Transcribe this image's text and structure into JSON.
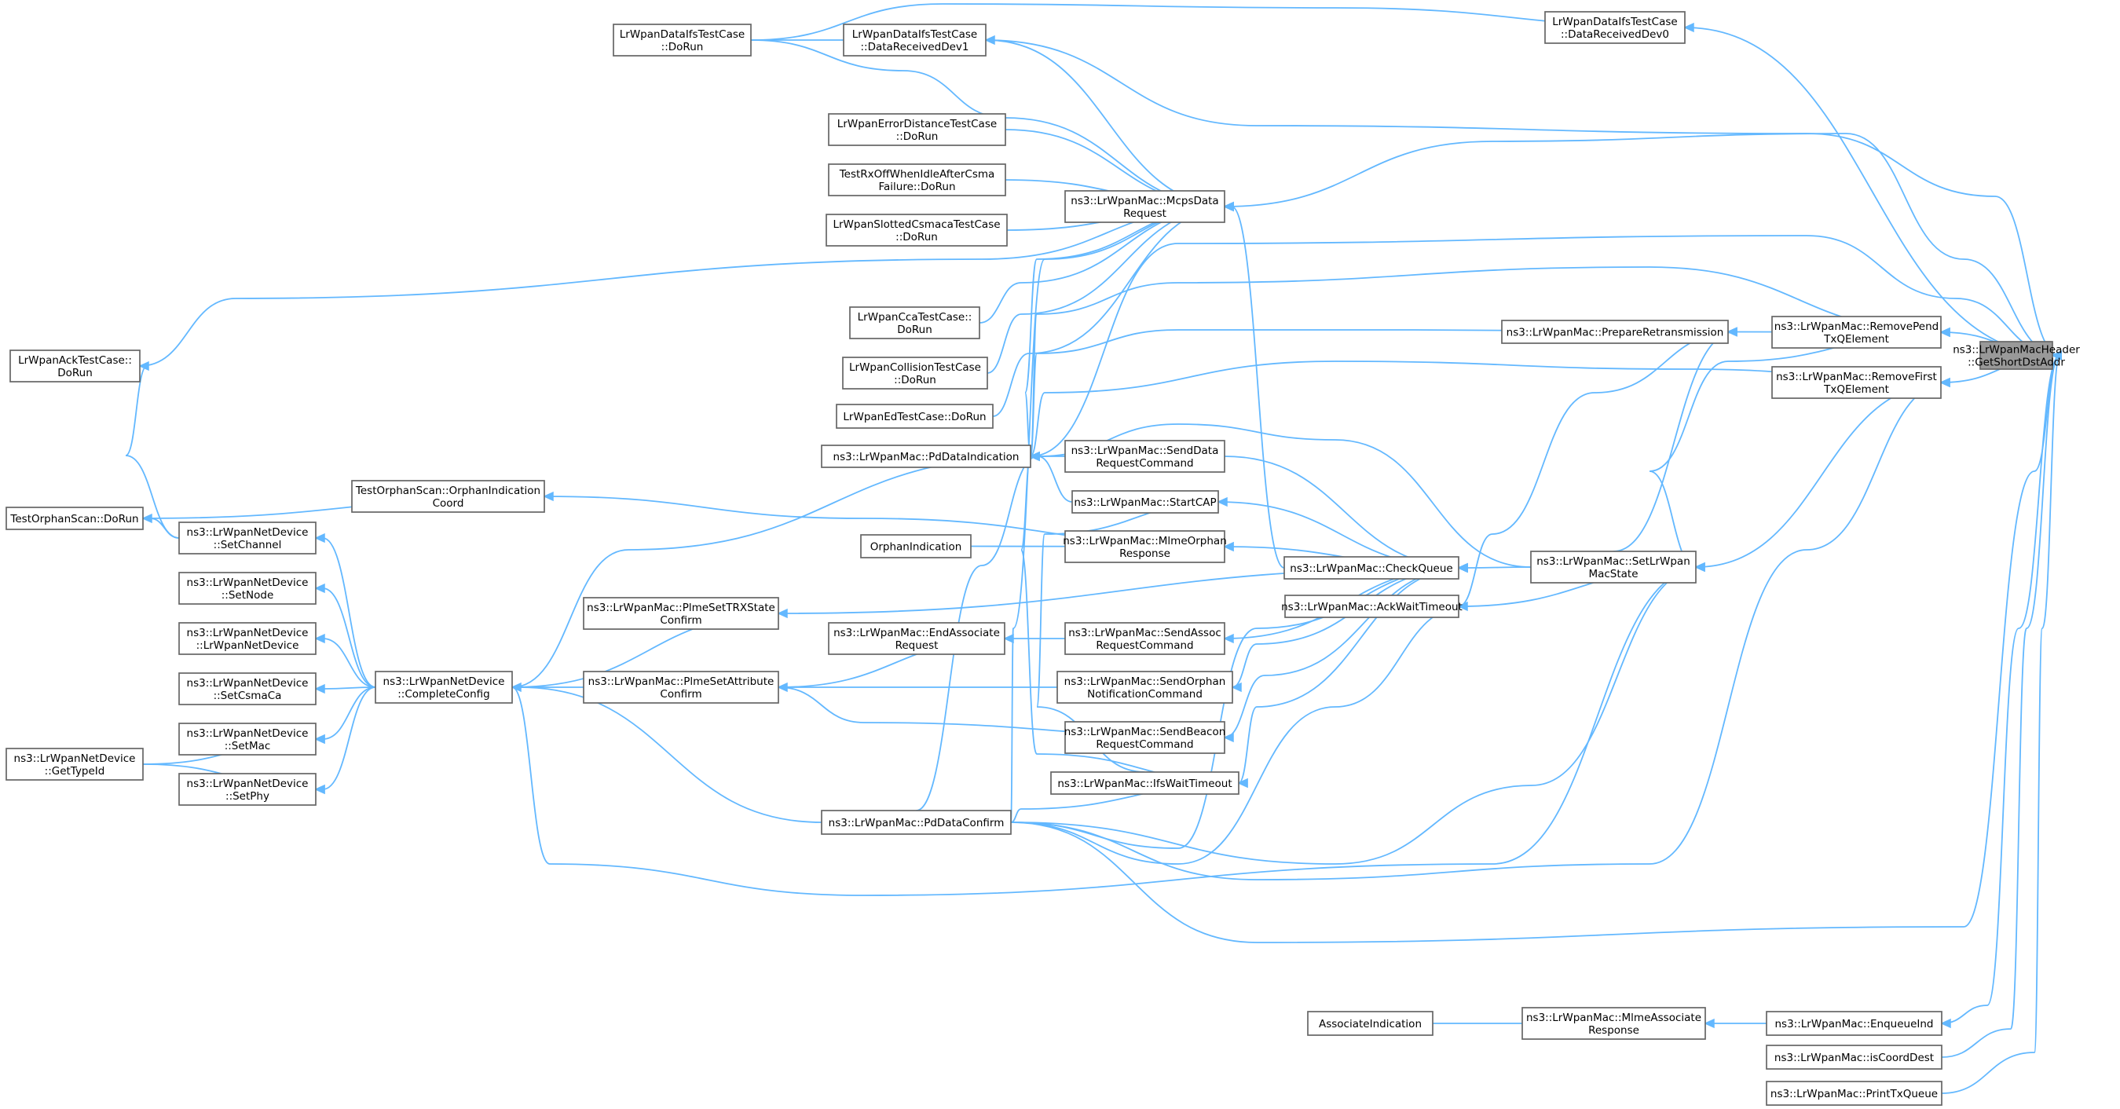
{
  "diagram": {
    "kind": "caller-graph",
    "colors": {
      "edge": "#63b8ff",
      "node_border": "#666666",
      "node_fill": "#ffffff",
      "root_fill": "#999999",
      "text": "#000000"
    },
    "nodes": [
      {
        "id": "root",
        "lines": [
          "ns3::LrWpanMacHeader",
          "::GetShortDstAddr"
        ],
        "root": true
      },
      {
        "id": "dataReceivedDev0",
        "lines": [
          "LrWpanDataIfsTestCase",
          "::DataReceivedDev0"
        ]
      },
      {
        "id": "ifsDoRun",
        "lines": [
          "LrWpanDataIfsTestCase",
          "::DoRun"
        ]
      },
      {
        "id": "dataReceivedDev1",
        "lines": [
          "LrWpanDataIfsTestCase",
          "::DataReceivedDev1"
        ]
      },
      {
        "id": "errDistDoRun",
        "lines": [
          "LrWpanErrorDistanceTestCase",
          "::DoRun"
        ]
      },
      {
        "id": "rxOffDoRun",
        "lines": [
          "TestRxOffWhenIdleAfterCsma",
          "Failure::DoRun"
        ]
      },
      {
        "id": "slottedDoRun",
        "lines": [
          "LrWpanSlottedCsmacaTestCase",
          "::DoRun"
        ]
      },
      {
        "id": "mcpsDataRequest",
        "lines": [
          "ns3::LrWpanMac::McpsData",
          "Request"
        ]
      },
      {
        "id": "ccaDoRun",
        "lines": [
          "LrWpanCcaTestCase::",
          "DoRun"
        ]
      },
      {
        "id": "collDoRun",
        "lines": [
          "LrWpanCollisionTestCase",
          "::DoRun"
        ]
      },
      {
        "id": "edDoRun",
        "lines": [
          "LrWpanEdTestCase::DoRun"
        ]
      },
      {
        "id": "ackDoRun",
        "lines": [
          "LrWpanAckTestCase::",
          "DoRun"
        ]
      },
      {
        "id": "prepareRetx",
        "lines": [
          "ns3::LrWpanMac::PrepareRetransmission"
        ]
      },
      {
        "id": "removePend",
        "lines": [
          "ns3::LrWpanMac::RemovePend",
          "TxQElement"
        ]
      },
      {
        "id": "removeFirst",
        "lines": [
          "ns3::LrWpanMac::RemoveFirst",
          "TxQElement"
        ]
      },
      {
        "id": "pdDataIndication",
        "lines": [
          "ns3::LrWpanMac::PdDataIndication"
        ]
      },
      {
        "id": "sendDataReq",
        "lines": [
          "ns3::LrWpanMac::SendData",
          "RequestCommand"
        ]
      },
      {
        "id": "startCAP",
        "lines": [
          "ns3::LrWpanMac::StartCAP"
        ]
      },
      {
        "id": "orphanIndCoord",
        "lines": [
          "TestOrphanScan::OrphanIndication",
          "Coord"
        ]
      },
      {
        "id": "orphanDoRun",
        "lines": [
          "TestOrphanScan::DoRun"
        ]
      },
      {
        "id": "setChannel",
        "lines": [
          "ns3::LrWpanNetDevice",
          "::SetChannel"
        ]
      },
      {
        "id": "orphanIndication",
        "lines": [
          "OrphanIndication"
        ]
      },
      {
        "id": "mlmeOrphanResp",
        "lines": [
          "ns3::LrWpanMac::MlmeOrphan",
          "Response"
        ]
      },
      {
        "id": "checkQueue",
        "lines": [
          "ns3::LrWpanMac::CheckQueue"
        ]
      },
      {
        "id": "setLrWpanMacState",
        "lines": [
          "ns3::LrWpanMac::SetLrWpan",
          "MacState"
        ]
      },
      {
        "id": "setNode",
        "lines": [
          "ns3::LrWpanNetDevice",
          "::SetNode"
        ]
      },
      {
        "id": "plmeSetTRX",
        "lines": [
          "ns3::LrWpanMac::PlmeSetTRXState",
          "Confirm"
        ]
      },
      {
        "id": "ackWaitTimeout",
        "lines": [
          "ns3::LrWpanMac::AckWaitTimeout"
        ]
      },
      {
        "id": "lrWpanNetDevice",
        "lines": [
          "ns3::LrWpanNetDevice",
          "::LrWpanNetDevice"
        ]
      },
      {
        "id": "endAssocReq",
        "lines": [
          "ns3::LrWpanMac::EndAssociate",
          "Request"
        ]
      },
      {
        "id": "sendAssocReq",
        "lines": [
          "ns3::LrWpanMac::SendAssoc",
          "RequestCommand"
        ]
      },
      {
        "id": "completeConfig",
        "lines": [
          "ns3::LrWpanNetDevice",
          "::CompleteConfig"
        ]
      },
      {
        "id": "plmeSetAttr",
        "lines": [
          "ns3::LrWpanMac::PlmeSetAttribute",
          "Confirm"
        ]
      },
      {
        "id": "sendOrphanNotif",
        "lines": [
          "ns3::LrWpanMac::SendOrphan",
          "NotificationCommand"
        ]
      },
      {
        "id": "setCsmaCa",
        "lines": [
          "ns3::LrWpanNetDevice",
          "::SetCsmaCa"
        ]
      },
      {
        "id": "sendBeaconReq",
        "lines": [
          "ns3::LrWpanMac::SendBeacon",
          "RequestCommand"
        ]
      },
      {
        "id": "setMac",
        "lines": [
          "ns3::LrWpanNetDevice",
          "::SetMac"
        ]
      },
      {
        "id": "getTypeId",
        "lines": [
          "ns3::LrWpanNetDevice",
          "::GetTypeId"
        ]
      },
      {
        "id": "ifsWaitTimeout",
        "lines": [
          "ns3::LrWpanMac::IfsWaitTimeout"
        ]
      },
      {
        "id": "setPhy",
        "lines": [
          "ns3::LrWpanNetDevice",
          "::SetPhy"
        ]
      },
      {
        "id": "pdDataConfirm",
        "lines": [
          "ns3::LrWpanMac::PdDataConfirm"
        ]
      },
      {
        "id": "assocIndication",
        "lines": [
          "AssociateIndication"
        ]
      },
      {
        "id": "mlmeAssocResp",
        "lines": [
          "ns3::LrWpanMac::MlmeAssociate",
          "Response"
        ]
      },
      {
        "id": "enqueueInd",
        "lines": [
          "ns3::LrWpanMac::EnqueueInd"
        ]
      },
      {
        "id": "isCoordDest",
        "lines": [
          "ns3::LrWpanMac::isCoordDest"
        ]
      },
      {
        "id": "printTxQueue",
        "lines": [
          "ns3::LrWpanMac::PrintTxQueue"
        ]
      }
    ],
    "edges": [
      [
        "dataReceivedDev0",
        "root"
      ],
      [
        "ifsDoRun",
        "dataReceivedDev0"
      ],
      [
        "dataReceivedDev1",
        "root"
      ],
      [
        "mcpsDataRequest",
        "root"
      ],
      [
        "prepareRetx",
        "removePend"
      ],
      [
        "removePend",
        "root"
      ],
      [
        "removeFirst",
        "root"
      ],
      [
        "pdDataIndication",
        "root"
      ],
      [
        "pdDataConfirm",
        "root"
      ],
      [
        "enqueueInd",
        "root"
      ],
      [
        "isCoordDest",
        "root"
      ],
      [
        "printTxQueue",
        "root"
      ],
      [
        "ifsDoRun",
        "dataReceivedDev1"
      ],
      [
        "dataReceivedDev1",
        "mcpsDataRequest"
      ],
      [
        "ifsDoRun",
        "mcpsDataRequest"
      ],
      [
        "errDistDoRun",
        "mcpsDataRequest"
      ],
      [
        "rxOffDoRun",
        "mcpsDataRequest"
      ],
      [
        "slottedDoRun",
        "mcpsDataRequest"
      ],
      [
        "ccaDoRun",
        "mcpsDataRequest"
      ],
      [
        "collDoRun",
        "mcpsDataRequest"
      ],
      [
        "edDoRun",
        "mcpsDataRequest"
      ],
      [
        "ackDoRun",
        "mcpsDataRequest"
      ],
      [
        "pdDataIndication",
        "mcpsDataRequest"
      ],
      [
        "pdDataConfirm",
        "mcpsDataRequest"
      ],
      [
        "checkQueue",
        "mcpsDataRequest"
      ],
      [
        "pdDataIndication",
        "removePend"
      ],
      [
        "pdDataIndication",
        "prepareRetx"
      ],
      [
        "pdDataIndication",
        "removeFirst"
      ],
      [
        "setLrWpanMacState",
        "removePend"
      ],
      [
        "setLrWpanMacState",
        "removeFirst"
      ],
      [
        "pdDataConfirm",
        "removeFirst"
      ],
      [
        "setLrWpanMacState",
        "pdDataIndication"
      ],
      [
        "sendDataReq",
        "pdDataIndication"
      ],
      [
        "startCAP",
        "pdDataIndication"
      ],
      [
        "completeConfig",
        "pdDataIndication"
      ],
      [
        "pdDataConfirm",
        "pdDataIndication"
      ],
      [
        "ackWaitTimeout",
        "prepareRetx"
      ],
      [
        "setLrWpanMacState",
        "prepareRetx"
      ],
      [
        "setLrWpanMacState",
        "checkQueue"
      ],
      [
        "sendDataReq",
        "checkQueue"
      ],
      [
        "startCAP",
        "checkQueue"
      ],
      [
        "mlmeOrphanResp",
        "checkQueue"
      ],
      [
        "plmeSetTRX",
        "checkQueue"
      ],
      [
        "sendAssocReq",
        "checkQueue"
      ],
      [
        "sendOrphanNotif",
        "checkQueue"
      ],
      [
        "sendBeaconReq",
        "checkQueue"
      ],
      [
        "ifsWaitTimeout",
        "checkQueue"
      ],
      [
        "pdDataConfirm",
        "checkQueue"
      ],
      [
        "ackWaitTimeout",
        "setLrWpanMacState"
      ],
      [
        "completeConfig",
        "setLrWpanMacState"
      ],
      [
        "pdDataConfirm",
        "setLrWpanMacState"
      ],
      [
        "pdDataConfirm",
        "ackWaitTimeout"
      ],
      [
        "orphanIndCoord",
        "mlmeOrphanResp"
      ],
      [
        "orphanIndication",
        "mlmeOrphanResp"
      ],
      [
        "orphanDoRun",
        "orphanIndCoord"
      ],
      [
        "setChannel",
        "orphanDoRun"
      ],
      [
        "setChannel",
        "ackDoRun"
      ],
      [
        "completeConfig",
        "setChannel"
      ],
      [
        "completeConfig",
        "setNode"
      ],
      [
        "completeConfig",
        "lrWpanNetDevice"
      ],
      [
        "completeConfig",
        "setCsmaCa"
      ],
      [
        "completeConfig",
        "setMac"
      ],
      [
        "completeConfig",
        "setPhy"
      ],
      [
        "getTypeId",
        "setMac"
      ],
      [
        "getTypeId",
        "setPhy"
      ],
      [
        "completeConfig",
        "plmeSetTRX"
      ],
      [
        "completeConfig",
        "plmeSetAttr"
      ],
      [
        "plmeSetAttr",
        "endAssocReq"
      ],
      [
        "plmeSetAttr",
        "sendOrphanNotif"
      ],
      [
        "plmeSetAttr",
        "sendBeaconReq"
      ],
      [
        "endAssocReq",
        "sendAssocReq"
      ],
      [
        "ifsWaitTimeout",
        "startCAP"
      ],
      [
        "pdDataConfirm",
        "ifsWaitTimeout"
      ],
      [
        "pdDataConfirm",
        "completeConfig"
      ],
      [
        "pdDataIndication",
        "ifsWaitTimeout"
      ],
      [
        "mlmeAssocResp",
        "enqueueInd"
      ],
      [
        "assocIndication",
        "mlmeAssocResp"
      ]
    ]
  }
}
